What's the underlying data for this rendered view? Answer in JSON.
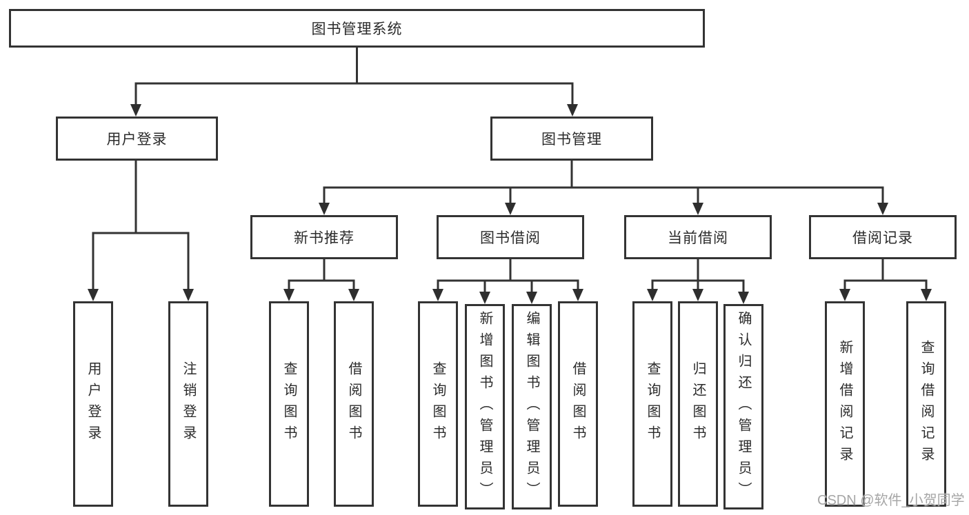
{
  "diagram": {
    "root": {
      "label": "图书管理系统"
    },
    "branches": [
      {
        "label": "用户登录",
        "children": [
          {
            "label": "用户登录"
          },
          {
            "label": "注销登录"
          }
        ]
      },
      {
        "label": "图书管理",
        "groups": [
          {
            "label": "新书推荐",
            "children": [
              {
                "label": "查询图书"
              },
              {
                "label": "借阅图书"
              }
            ]
          },
          {
            "label": "图书借阅",
            "children": [
              {
                "label": "查询图书"
              },
              {
                "label": "新增图书（管理员）"
              },
              {
                "label": "编辑图书（管理员）"
              },
              {
                "label": "借阅图书"
              }
            ]
          },
          {
            "label": "当前借阅",
            "children": [
              {
                "label": "查询图书"
              },
              {
                "label": "归还图书"
              },
              {
                "label": "确认归还（管理员）"
              }
            ]
          },
          {
            "label": "借阅记录",
            "children": [
              {
                "label": "新增借阅记录"
              },
              {
                "label": "查询借阅记录"
              }
            ]
          }
        ]
      }
    ],
    "watermark": "CSDN @软件_小贺同学",
    "colors": {
      "line": "#333333",
      "arrow": "#2e2e2e",
      "text": "#2b2b2b",
      "watermark_gray": "#a6a6a6",
      "background": "#ffffff"
    }
  }
}
